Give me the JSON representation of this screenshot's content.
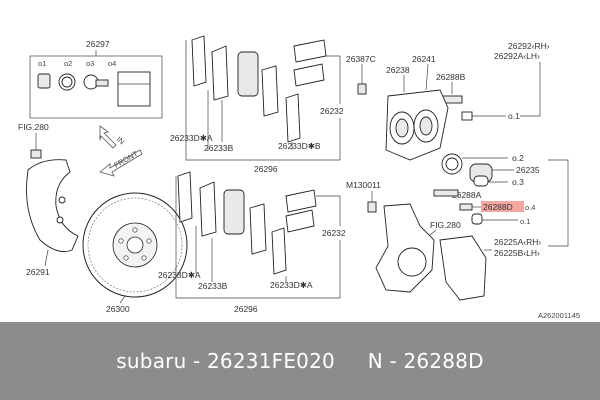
{
  "caption": {
    "brand": "subaru",
    "part_number": "26231FE020",
    "n_prefix": "N",
    "n_number": "26288D",
    "separator": " - "
  },
  "diagram": {
    "highlight_color": "#f4a6a0",
    "labels": {
      "p26297": "26297",
      "p26297_1": "o1",
      "p26297_2": "o2",
      "p26297_3": "o3",
      "p26297_4": "o4",
      "fig280_top": "FIG.280",
      "in_arrow": "IN",
      "front_arrow": "FRONT",
      "p26291": "26291",
      "p26300": "26300",
      "p26233DA_top": "26233D✱A",
      "p26233B_top": "26233B",
      "p26233DB_top": "26233D✱B",
      "p26232_top": "26232",
      "p26296_top": "26296",
      "p26233DA_bot": "26233D✱A",
      "p26233B_bot": "26233B",
      "p26233DA2_bot": "26233D✱A",
      "p26232_bot": "26232",
      "p26296_bot": "26296",
      "p26387C": "26387C",
      "p26238": "26238",
      "p26241": "26241",
      "p26288B": "26288B",
      "p26292": "26292‹RH›",
      "p26292A": "26292A‹LH›",
      "o1_right": "o.1",
      "o2_right": "o.2",
      "p26235": "26235",
      "o3_right": "o.3",
      "p26288A": "26288A",
      "p26288D": "26288D",
      "o4_right": "o.4",
      "o1b_right": "o.1",
      "m130011": "M130011",
      "fig280_bot": "FIG.280",
      "p26225A": "26225A‹RH›",
      "p26225B": "26225B‹LH›",
      "ref_code": "A262001145"
    }
  }
}
